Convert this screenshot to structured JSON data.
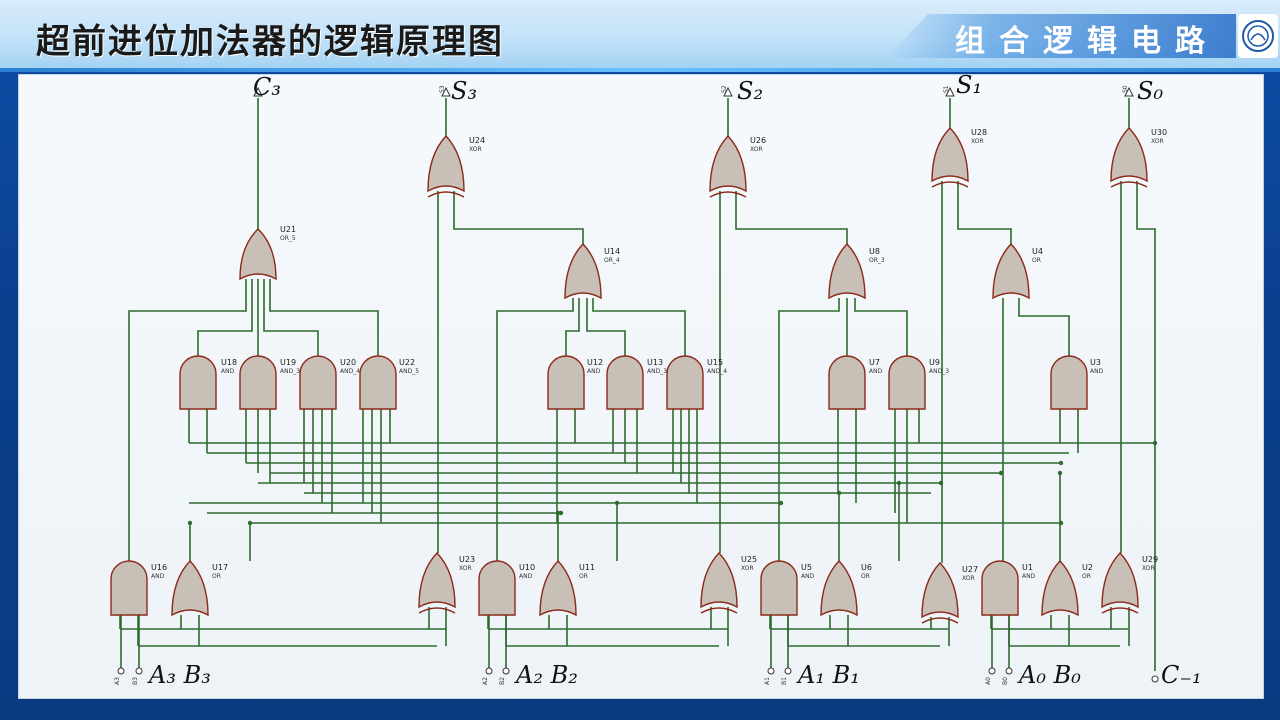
{
  "slide": {
    "title": "超前进位加法器的逻辑原理图",
    "section_label": "组合逻辑电路"
  },
  "colors": {
    "wire": "#2d6b2d",
    "gate_fill": "#c8c0b6",
    "gate_stroke": "#8b2a1a"
  },
  "outputs": [
    "C3",
    "S3",
    "S2",
    "S1",
    "S0"
  ],
  "inputs": [
    "A3",
    "B3",
    "A2",
    "B2",
    "A1",
    "B1",
    "A0",
    "B0",
    "C-1"
  ],
  "gates": [
    {
      "ref": "U21",
      "type": "OR_5"
    },
    {
      "ref": "U24",
      "type": "XOR"
    },
    {
      "ref": "U26",
      "type": "XOR"
    },
    {
      "ref": "U28",
      "type": "XOR"
    },
    {
      "ref": "U30",
      "type": "XOR"
    },
    {
      "ref": "U14",
      "type": "OR_4"
    },
    {
      "ref": "U8",
      "type": "OR_3"
    },
    {
      "ref": "U4",
      "type": "OR"
    },
    {
      "ref": "U18",
      "type": "AND"
    },
    {
      "ref": "U19",
      "type": "AND_3"
    },
    {
      "ref": "U20",
      "type": "AND_4"
    },
    {
      "ref": "U22",
      "type": "AND_5"
    },
    {
      "ref": "U12",
      "type": "AND"
    },
    {
      "ref": "U13",
      "type": "AND_3"
    },
    {
      "ref": "U15",
      "type": "AND_4"
    },
    {
      "ref": "U7",
      "type": "AND"
    },
    {
      "ref": "U9",
      "type": "AND_3"
    },
    {
      "ref": "U3",
      "type": "AND"
    },
    {
      "ref": "U16",
      "type": "AND"
    },
    {
      "ref": "U17",
      "type": "OR"
    },
    {
      "ref": "U23",
      "type": "XOR"
    },
    {
      "ref": "U10",
      "type": "AND"
    },
    {
      "ref": "U11",
      "type": "OR"
    },
    {
      "ref": "U25",
      "type": "XOR"
    },
    {
      "ref": "U5",
      "type": "AND"
    },
    {
      "ref": "U6",
      "type": "OR"
    },
    {
      "ref": "U27",
      "type": "XOR"
    },
    {
      "ref": "U1",
      "type": "AND"
    },
    {
      "ref": "U2",
      "type": "OR"
    },
    {
      "ref": "U29",
      "type": "XOR"
    }
  ],
  "pin_labels": {
    "outputs": [
      "S3",
      "S2",
      "S1",
      "S0"
    ],
    "inputs": [
      "A3",
      "B3",
      "A2",
      "B2",
      "A1",
      "B1",
      "A0",
      "B0"
    ]
  },
  "handwriting": {
    "c3": "C₃",
    "s3": "S₃",
    "s2": "S₂",
    "s1": "S₁",
    "s0": "S₀",
    "a3b3": "A₃ B₃",
    "a2b2": "A₂ B₂",
    "a1b1": "A₁ B₁",
    "a0b0": "A₀ B₀",
    "cm1": "C₋₁"
  }
}
